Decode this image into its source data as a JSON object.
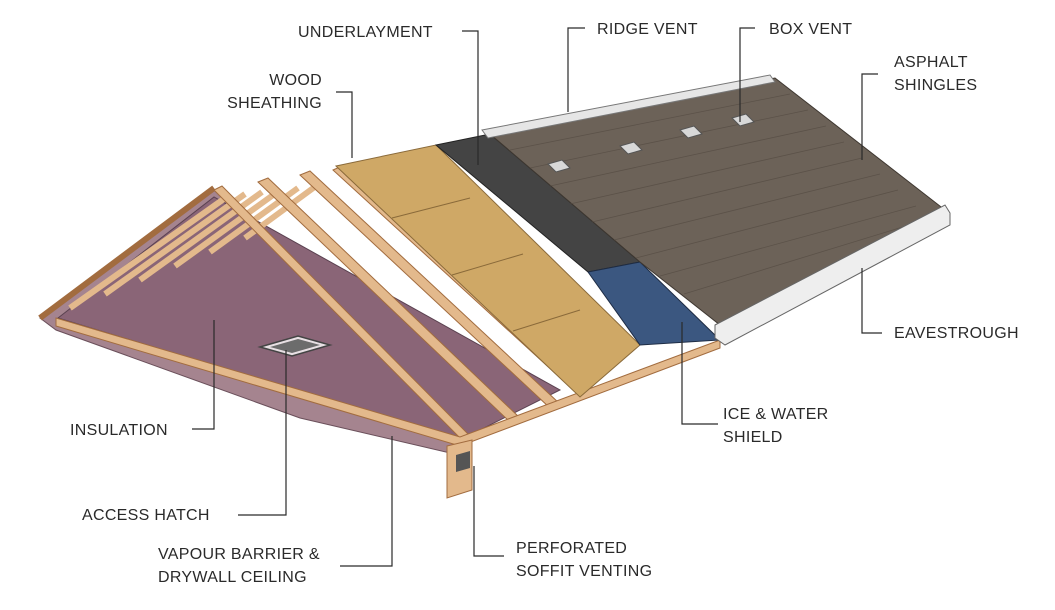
{
  "colors": {
    "wood": "#e3b98c",
    "wood_dark": "#a26c3f",
    "insulation": "#8a6577",
    "sheathing": "#cfa866",
    "underlayment": "#444444",
    "ice_water_shield": "#3b5780",
    "shingles": "#6c6258",
    "eavestrough": "#eeeeee",
    "leader": "#2a2a2a"
  },
  "labels": {
    "underlayment": [
      "UNDERLAYMENT"
    ],
    "ridge_vent": [
      "RIDGE VENT"
    ],
    "box_vent": [
      "BOX VENT"
    ],
    "asphalt_shingles": [
      "ASPHALT",
      "SHINGLES"
    ],
    "wood_sheathing": [
      "WOOD",
      "SHEATHING"
    ],
    "eavestrough": [
      "EAVESTROUGH"
    ],
    "ice_water_shield": [
      "ICE & WATER",
      "SHIELD"
    ],
    "insulation": [
      "INSULATION"
    ],
    "access_hatch": [
      "ACCESS HATCH"
    ],
    "vapour_barrier": [
      "VAPOUR BARRIER &",
      "DRYWALL CEILING"
    ],
    "soffit_venting": [
      "PERFORATED",
      "SOFFIT VENTING"
    ]
  }
}
